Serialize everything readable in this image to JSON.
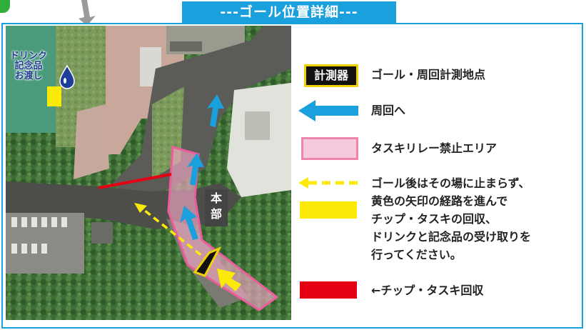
{
  "header": {
    "title": "---ゴール位置詳細---"
  },
  "map": {
    "drink_label": [
      "ドリンク",
      "記念品",
      "お渡し"
    ],
    "honbu_label": [
      "本",
      "部"
    ]
  },
  "legend": {
    "items": [
      {
        "key": "goal-timing",
        "badge": "計測器",
        "text": "ゴール・周回計測地点"
      },
      {
        "key": "to-lap",
        "text": "周回へ"
      },
      {
        "key": "no-relay-area",
        "text": "タスキリレー禁止エリア"
      },
      {
        "key": "after-goal",
        "text": [
          "ゴール後はその場に止まらず、",
          "黄色の矢印の経路を進んで",
          "チップ・タスキの回収、",
          "ドリンクと記念品の受け取りを",
          "行ってください。"
        ]
      },
      {
        "key": "collection",
        "text": "←チップ・タスキ回収"
      }
    ]
  },
  "colors": {
    "accent_blue": "#1aa0dc",
    "pink_area": "#f7c9dc",
    "pink_border": "#ec86ae",
    "yellow": "#fbe90a",
    "red": "#e60014"
  }
}
